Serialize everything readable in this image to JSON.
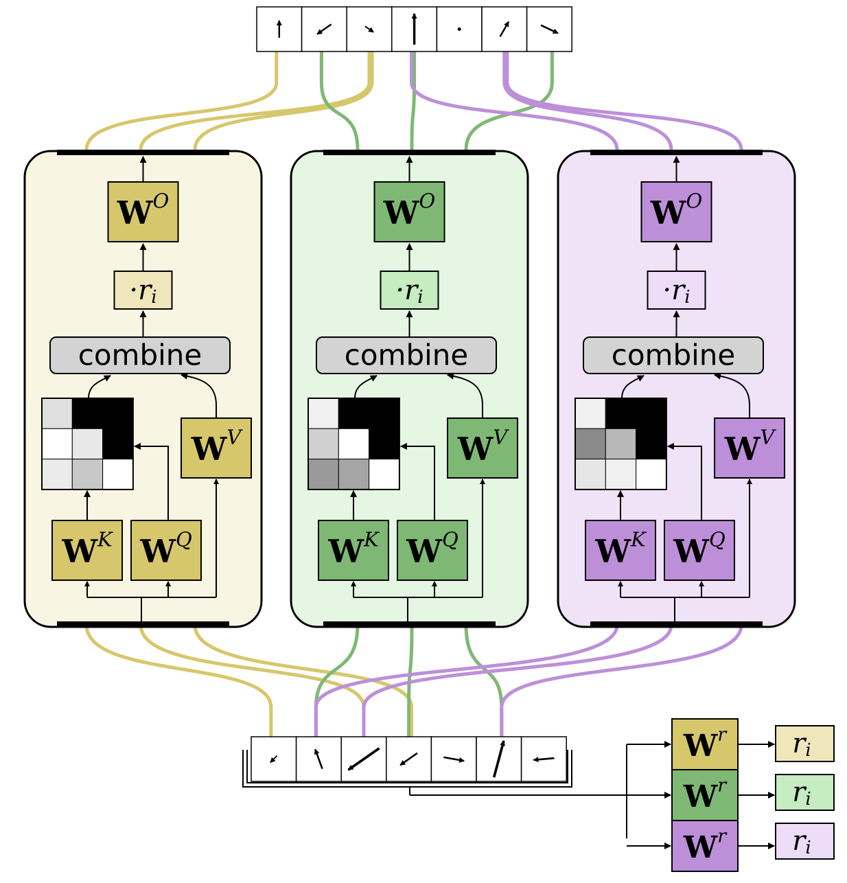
{
  "colors": {
    "yellow": "#d6c76c",
    "green": "#7fb874",
    "purple": "#bd8fd9",
    "yellow_panel_bg": "#f8f6e3",
    "green_panel_bg": "#e5f6e3",
    "purple_panel_bg": "#f0e2f7",
    "yellow_ri_bg": "#efe6bb",
    "green_ri_bg": "#c6ecc1",
    "purple_ri_bg": "#ecdcf7",
    "combine_bg": "#d3d3d3"
  },
  "heads": [
    {
      "id": "yellow",
      "wo_label": "W",
      "wo_sup": "O",
      "ri_label": "·r",
      "ri_sub": "i",
      "combine_label": "combine",
      "wk_label": "W",
      "wk_sup": "K",
      "wq_label": "W",
      "wq_sup": "Q",
      "wv_label": "W",
      "wv_sup": "V",
      "attention_shades": [
        "#e0e0e0",
        "#000000",
        "#000000",
        "#ffffff",
        "#e8e8e8",
        "#000000",
        "#ebebeb",
        "#c8c8c8",
        "#ffffff"
      ]
    },
    {
      "id": "green",
      "wo_label": "W",
      "wo_sup": "O",
      "ri_label": "·r",
      "ri_sub": "i",
      "combine_label": "combine",
      "wk_label": "W",
      "wk_sup": "K",
      "wq_label": "W",
      "wq_sup": "Q",
      "wv_label": "W",
      "wv_sup": "V",
      "attention_shades": [
        "#f0f0f0",
        "#000000",
        "#000000",
        "#d0d0d0",
        "#ffffff",
        "#000000",
        "#9a9a9a",
        "#a5a5a5",
        "#ffffff"
      ]
    },
    {
      "id": "purple",
      "wo_label": "W",
      "wo_sup": "O",
      "ri_label": "·r",
      "ri_sub": "i",
      "combine_label": "combine",
      "wk_label": "W",
      "wk_sup": "K",
      "wq_label": "W",
      "wq_sup": "Q",
      "wv_label": "W",
      "wv_sup": "V",
      "attention_shades": [
        "#f0f0f0",
        "#000000",
        "#000000",
        "#8a8a8a",
        "#b8b8b8",
        "#000000",
        "#e6e6e6",
        "#f0f0f0",
        "#ffffff"
      ]
    }
  ],
  "output_arrows": [
    {
      "angle": 0,
      "length": 0.5
    },
    {
      "angle": 235,
      "length": 0.5
    },
    {
      "angle": 125,
      "length": 0.3
    },
    {
      "angle": 0,
      "length": 0.9
    },
    {
      "angle": 0,
      "length": 0
    },
    {
      "angle": 30,
      "length": 0.5
    },
    {
      "angle": 115,
      "length": 0.55
    }
  ],
  "input_arrows": [
    {
      "angle": 225,
      "length": 0.25
    },
    {
      "angle": 340,
      "length": 0.55
    },
    {
      "angle": 235,
      "length": 1.0
    },
    {
      "angle": 235,
      "length": 0.55
    },
    {
      "angle": 100,
      "length": 0.55
    },
    {
      "angle": 15,
      "length": 1.0
    },
    {
      "angle": 265,
      "length": 0.55
    }
  ],
  "routing": {
    "wr_label": "W",
    "wr_sup": "r",
    "ri_label": "r",
    "ri_sub": "i",
    "order": [
      "yellow",
      "green",
      "purple"
    ]
  }
}
